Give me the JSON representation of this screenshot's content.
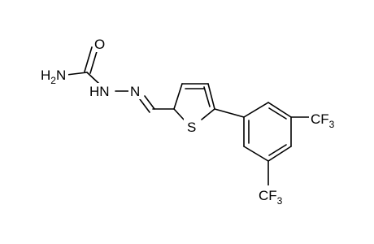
{
  "molecule": {
    "atoms": {
      "oxygen": "O",
      "amide_n": "H2N",
      "hydrazine_nh": "HN",
      "imine_n": "N",
      "sulfur": "S",
      "cf3_top": "CF3",
      "cf3_bottom": "CF3"
    }
  },
  "colors": {
    "bond": "#000000",
    "text": "#000000",
    "background": "#ffffff"
  }
}
